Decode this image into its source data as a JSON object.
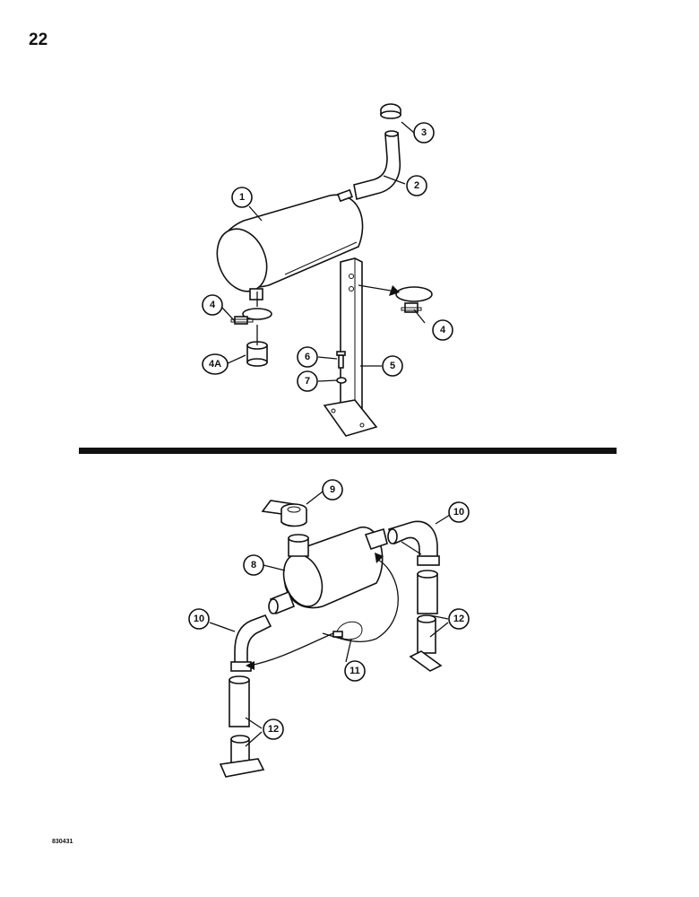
{
  "page": {
    "number": "22",
    "ref_code": "830431"
  },
  "callouts": {
    "c1": "1",
    "c2": "2",
    "c3": "3",
    "c4a": "4",
    "c4b": "4",
    "c4A": "4A",
    "c5": "5",
    "c6": "6",
    "c7": "7",
    "c8": "8",
    "c9": "9",
    "c10a": "10",
    "c10b": "10",
    "c11": "11",
    "c12a": "12",
    "c12b": "12"
  },
  "colors": {
    "ink": "#111111",
    "paper": "#ffffff"
  }
}
